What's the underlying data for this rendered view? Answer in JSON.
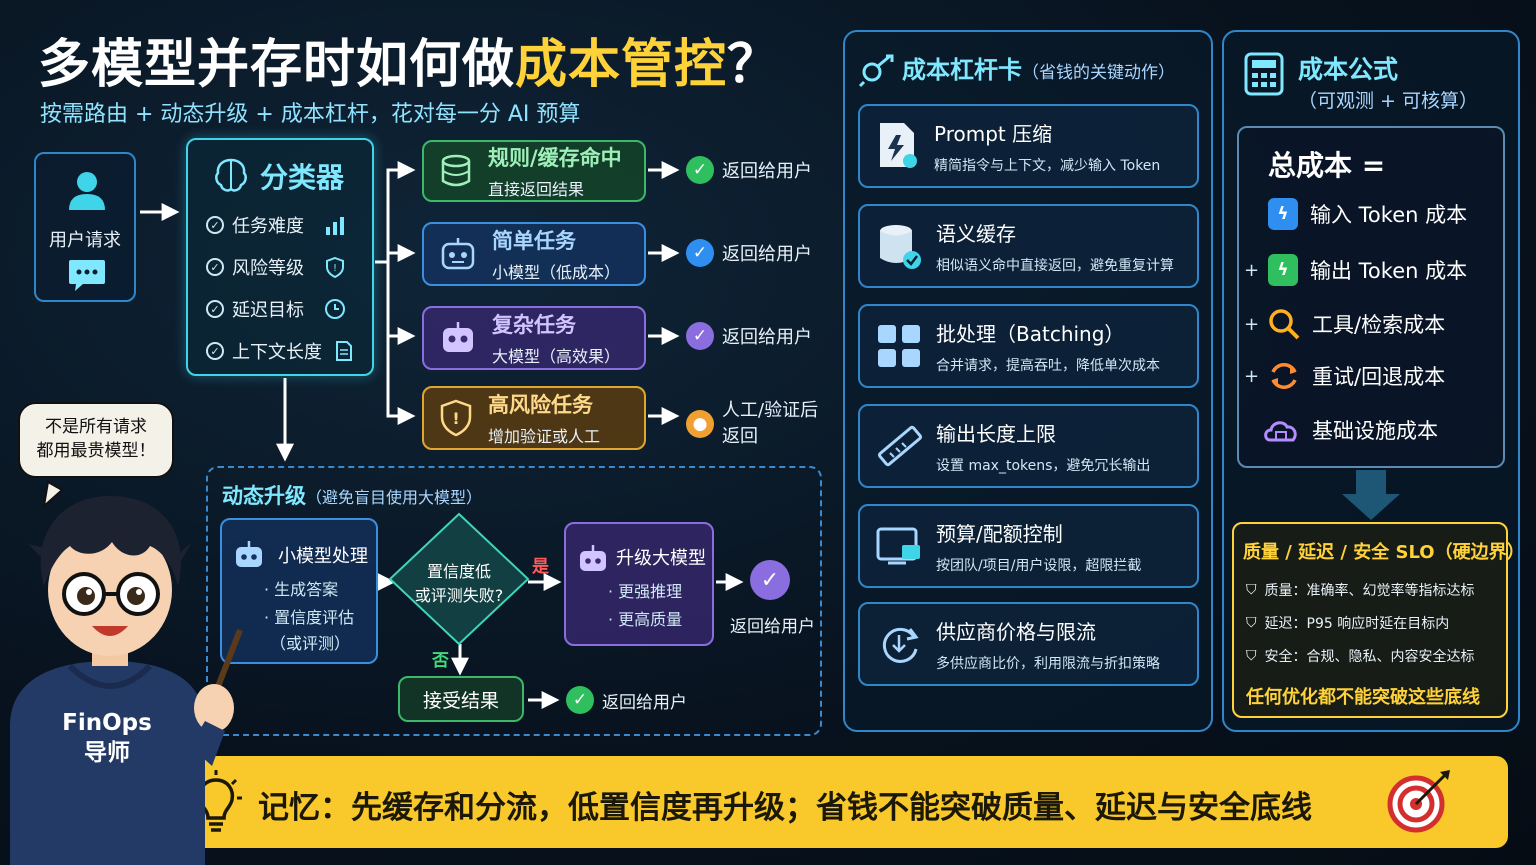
{
  "header": {
    "title_main": "多模型并存时如何做",
    "title_highlight": "成本管控",
    "title_mark": "？",
    "subtitle": "按需路由 + 动态升级 + 成本杠杆，花对每一分 AI 预算"
  },
  "request": {
    "label": "用户请求"
  },
  "classifier": {
    "title": "分类器",
    "items": [
      "任务难度",
      "风险等级",
      "延迟目标",
      "上下文长度"
    ]
  },
  "routes": [
    {
      "title": "规则/缓存命中",
      "sub": "直接返回结果",
      "result": "返回给用户"
    },
    {
      "title": "简单任务",
      "sub": "小模型（低成本）",
      "result": "返回给用户"
    },
    {
      "title": "复杂任务",
      "sub": "大模型（高效果）",
      "result": "返回给用户"
    },
    {
      "title": "高风险任务",
      "sub": "增加验证或人工",
      "result_line1": "人工/验证后",
      "result_line2": "返回"
    }
  ],
  "dynamic": {
    "title": "动态升级",
    "title_note": "（避免盲目使用大模型）",
    "small_model": {
      "title": "小模型处理",
      "items": [
        "· 生成答案",
        "· 置信度评估",
        "（或评测）"
      ]
    },
    "decision_line1": "置信度低",
    "decision_line2": "或评测失败?",
    "yes": "是",
    "no": "否",
    "upgrade": {
      "title": "升级大模型",
      "items": [
        "· 更强推理",
        "· 更高质量"
      ]
    },
    "upgrade_result": "返回给用户",
    "accept": "接受结果",
    "accept_result": "返回给用户"
  },
  "levers": {
    "title": "成本杠杆卡",
    "title_note": "（省钱的关键动作）",
    "cards": [
      {
        "title": "Prompt 压缩",
        "sub": "精简指令与上下文，减少输入 Token",
        "icon": "file-lightning-icon"
      },
      {
        "title": "语义缓存",
        "sub": "相似语义命中直接返回，避免重复计算",
        "icon": "database-check-icon"
      },
      {
        "title": "批处理（Batching）",
        "sub": "合并请求，提高吞吐，降低单次成本",
        "icon": "grid-icon"
      },
      {
        "title": "输出长度上限",
        "sub": "设置 max_tokens，避免冗长输出",
        "icon": "ruler-icon"
      },
      {
        "title": "预算/配额控制",
        "sub": "按团队/项目/用户设限，超限拦截",
        "icon": "budget-screen-icon"
      },
      {
        "title": "供应商价格与限流",
        "sub": "多供应商比价，利用限流与折扣策略",
        "icon": "refresh-icon"
      }
    ]
  },
  "formula": {
    "title": "成本公式",
    "subtitle": "（可观测 + 可核算）",
    "total": "总成本 =",
    "items": [
      "输入 Token 成本",
      "输出 Token 成本",
      "工具/检索成本",
      "重试/回退成本",
      "基础设施成本"
    ],
    "plus": "+"
  },
  "slo": {
    "title": "质量 / 延迟 / 安全 SLO（硬边界）",
    "items": [
      "质量：准确率、幻觉率等指标达标",
      "延迟：P95 响应时延在目标内",
      "安全：合规、隐私、内容安全达标"
    ],
    "footer": "任何优化都不能突破这些底线"
  },
  "memo": {
    "text": "记忆：先缓存和分流，低置信度再升级；省钱不能突破质量、延迟与安全底线"
  },
  "mentor": {
    "bubble_line1": "不是所有请求",
    "bubble_line2": "都用最贵模型！",
    "hoodie_line1": "FinOps",
    "hoodie_line2": "导师"
  },
  "colors": {
    "accent_cyan": "#3fd4e8",
    "highlight_yellow": "#ffd23a",
    "memo_yellow": "#f9c92c",
    "green": "#3bb86a",
    "blue": "#3a8fe0",
    "purple": "#8a6ee0",
    "orange": "#e0a630"
  }
}
